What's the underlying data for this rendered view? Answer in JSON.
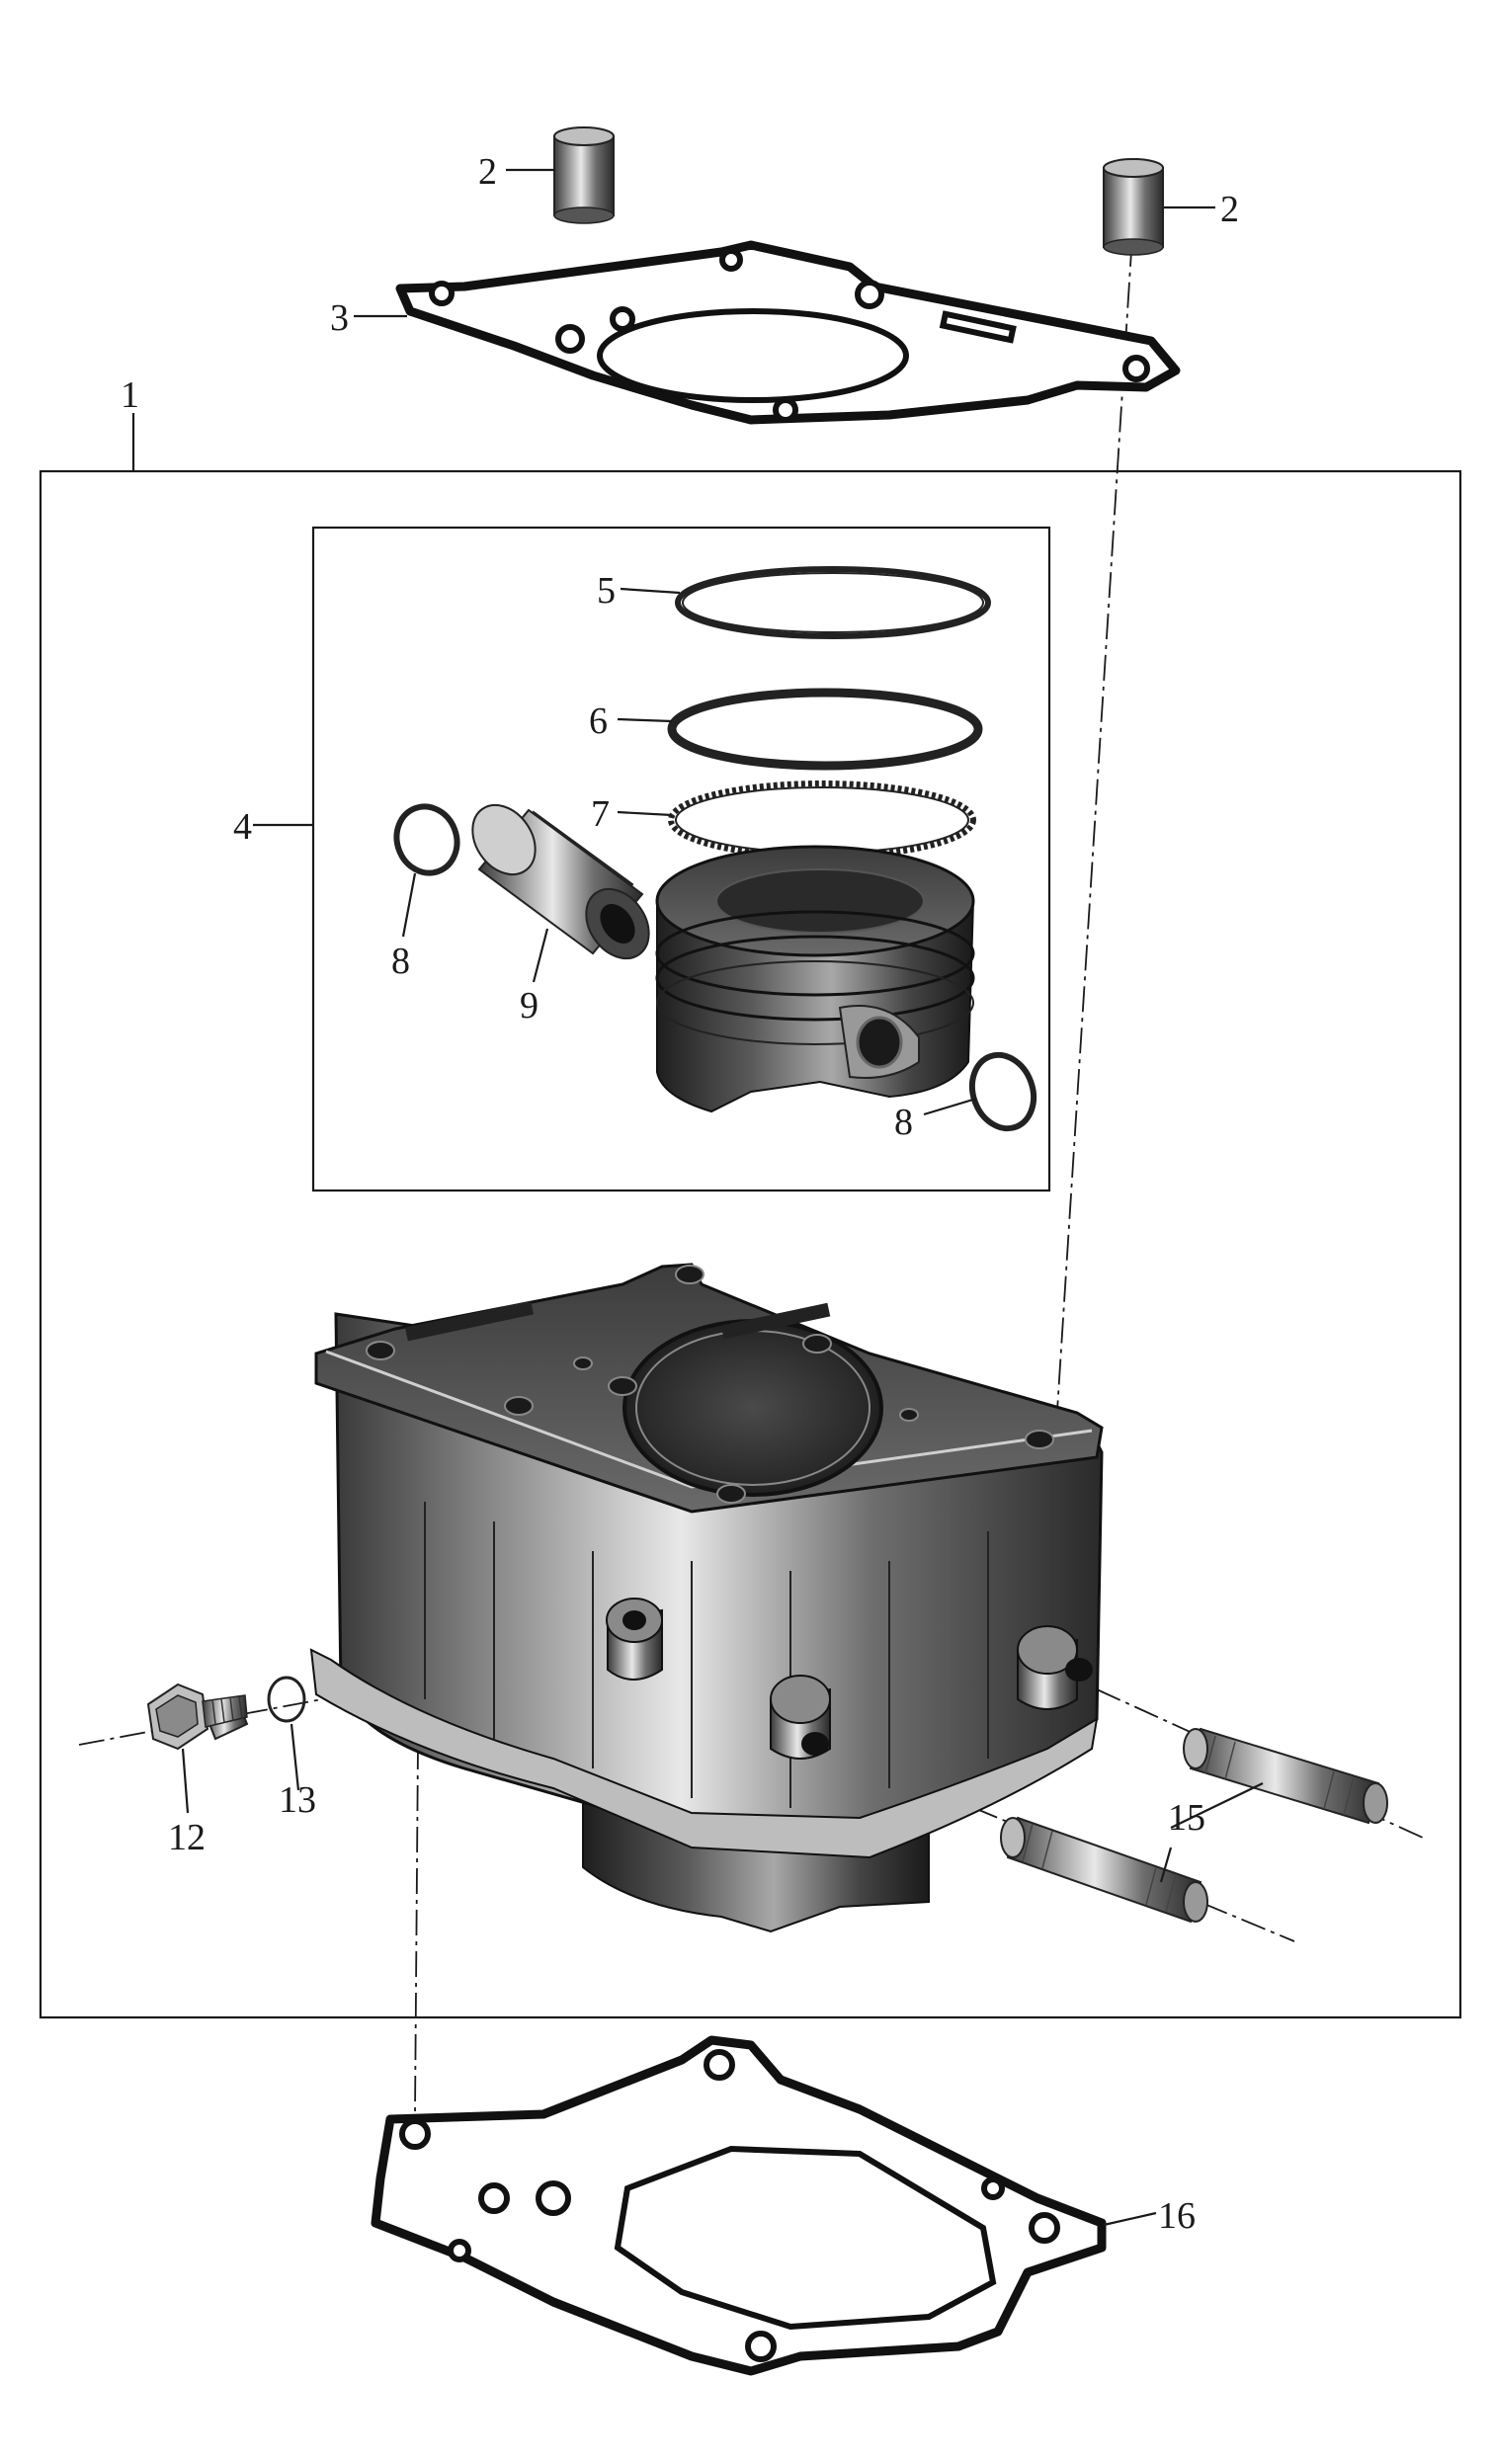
{
  "callouts": {
    "c1": "1",
    "c2a": "2",
    "c2b": "2",
    "c3": "3",
    "c4": "4",
    "c5": "5",
    "c6": "6",
    "c7": "7",
    "c8a": "8",
    "c8b": "8",
    "c9": "9",
    "c12": "12",
    "c13": "13",
    "c15": "15",
    "c16": "16"
  },
  "colors": {
    "line": "#1a1a1a",
    "metal_dark": "#2b2b2b",
    "metal_mid": "#7a7a7a",
    "metal_light": "#d8d8d8"
  }
}
